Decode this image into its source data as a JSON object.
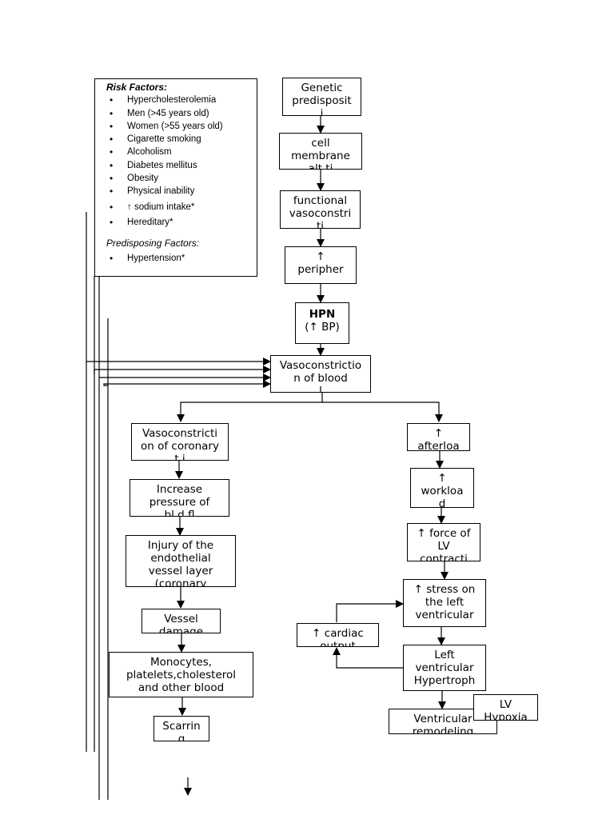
{
  "risk_panel": {
    "heading": "Risk Factors:",
    "items": [
      "Hypercholesterolemia",
      "Men (>45 years old)",
      "Women (>55 years old)",
      "Cigarette smoking",
      "Alcoholism",
      "Diabetes mellitus",
      "Obesity",
      "Physical inability",
      "↑ sodium intake*",
      "Hereditary*"
    ],
    "predisposing_heading": "Predisposing Factors:",
    "predisposing_items": [
      "Hypertension*"
    ]
  },
  "center_chain": {
    "genetic": [
      "Genetic",
      "predisposit",
      "i"
    ],
    "cell_membrane": [
      "cell",
      "membrane",
      "alt ti"
    ],
    "functional": [
      "functional",
      "vasoconstri",
      "ti"
    ],
    "peripheral": [
      "↑",
      "peripher"
    ],
    "hpn": [
      "HPN",
      "(↑ BP)"
    ],
    "vasoconstriction_blood": [
      "Vasoconstrictio",
      "n of blood",
      "l"
    ]
  },
  "left_branch": {
    "coronary": [
      "Vasoconstricti",
      "on of coronary",
      "t i"
    ],
    "increase_pressure": [
      "Increase",
      "pressure of",
      "bl d fl"
    ],
    "injury": [
      "Injury of the",
      "endothelial",
      "vessel layer",
      "(coronary"
    ],
    "vessel_damage": [
      "Vessel",
      "damage"
    ],
    "monocytes": [
      "Monocytes,",
      "platelets,cholesterol",
      "and other blood"
    ],
    "scarring": [
      "Scarrin",
      "g"
    ]
  },
  "right_branch": {
    "afterload": [
      "↑",
      "afterloa"
    ],
    "workload": [
      "↑",
      "workloa",
      "d"
    ],
    "force_lv": [
      "↑ force of",
      "LV",
      "contracti"
    ],
    "stress_lv": [
      "↑ stress on",
      "the left",
      "ventricular"
    ],
    "cardiac_output": [
      "↑ cardiac",
      "output"
    ],
    "lv_hypertrophy": [
      "Left",
      "ventricular",
      "Hypertroph"
    ],
    "ventricular_remodeling": [
      "Ventricular",
      "remodeling"
    ],
    "lv_hypoxia": [
      "LV",
      "Hypoxia"
    ]
  }
}
